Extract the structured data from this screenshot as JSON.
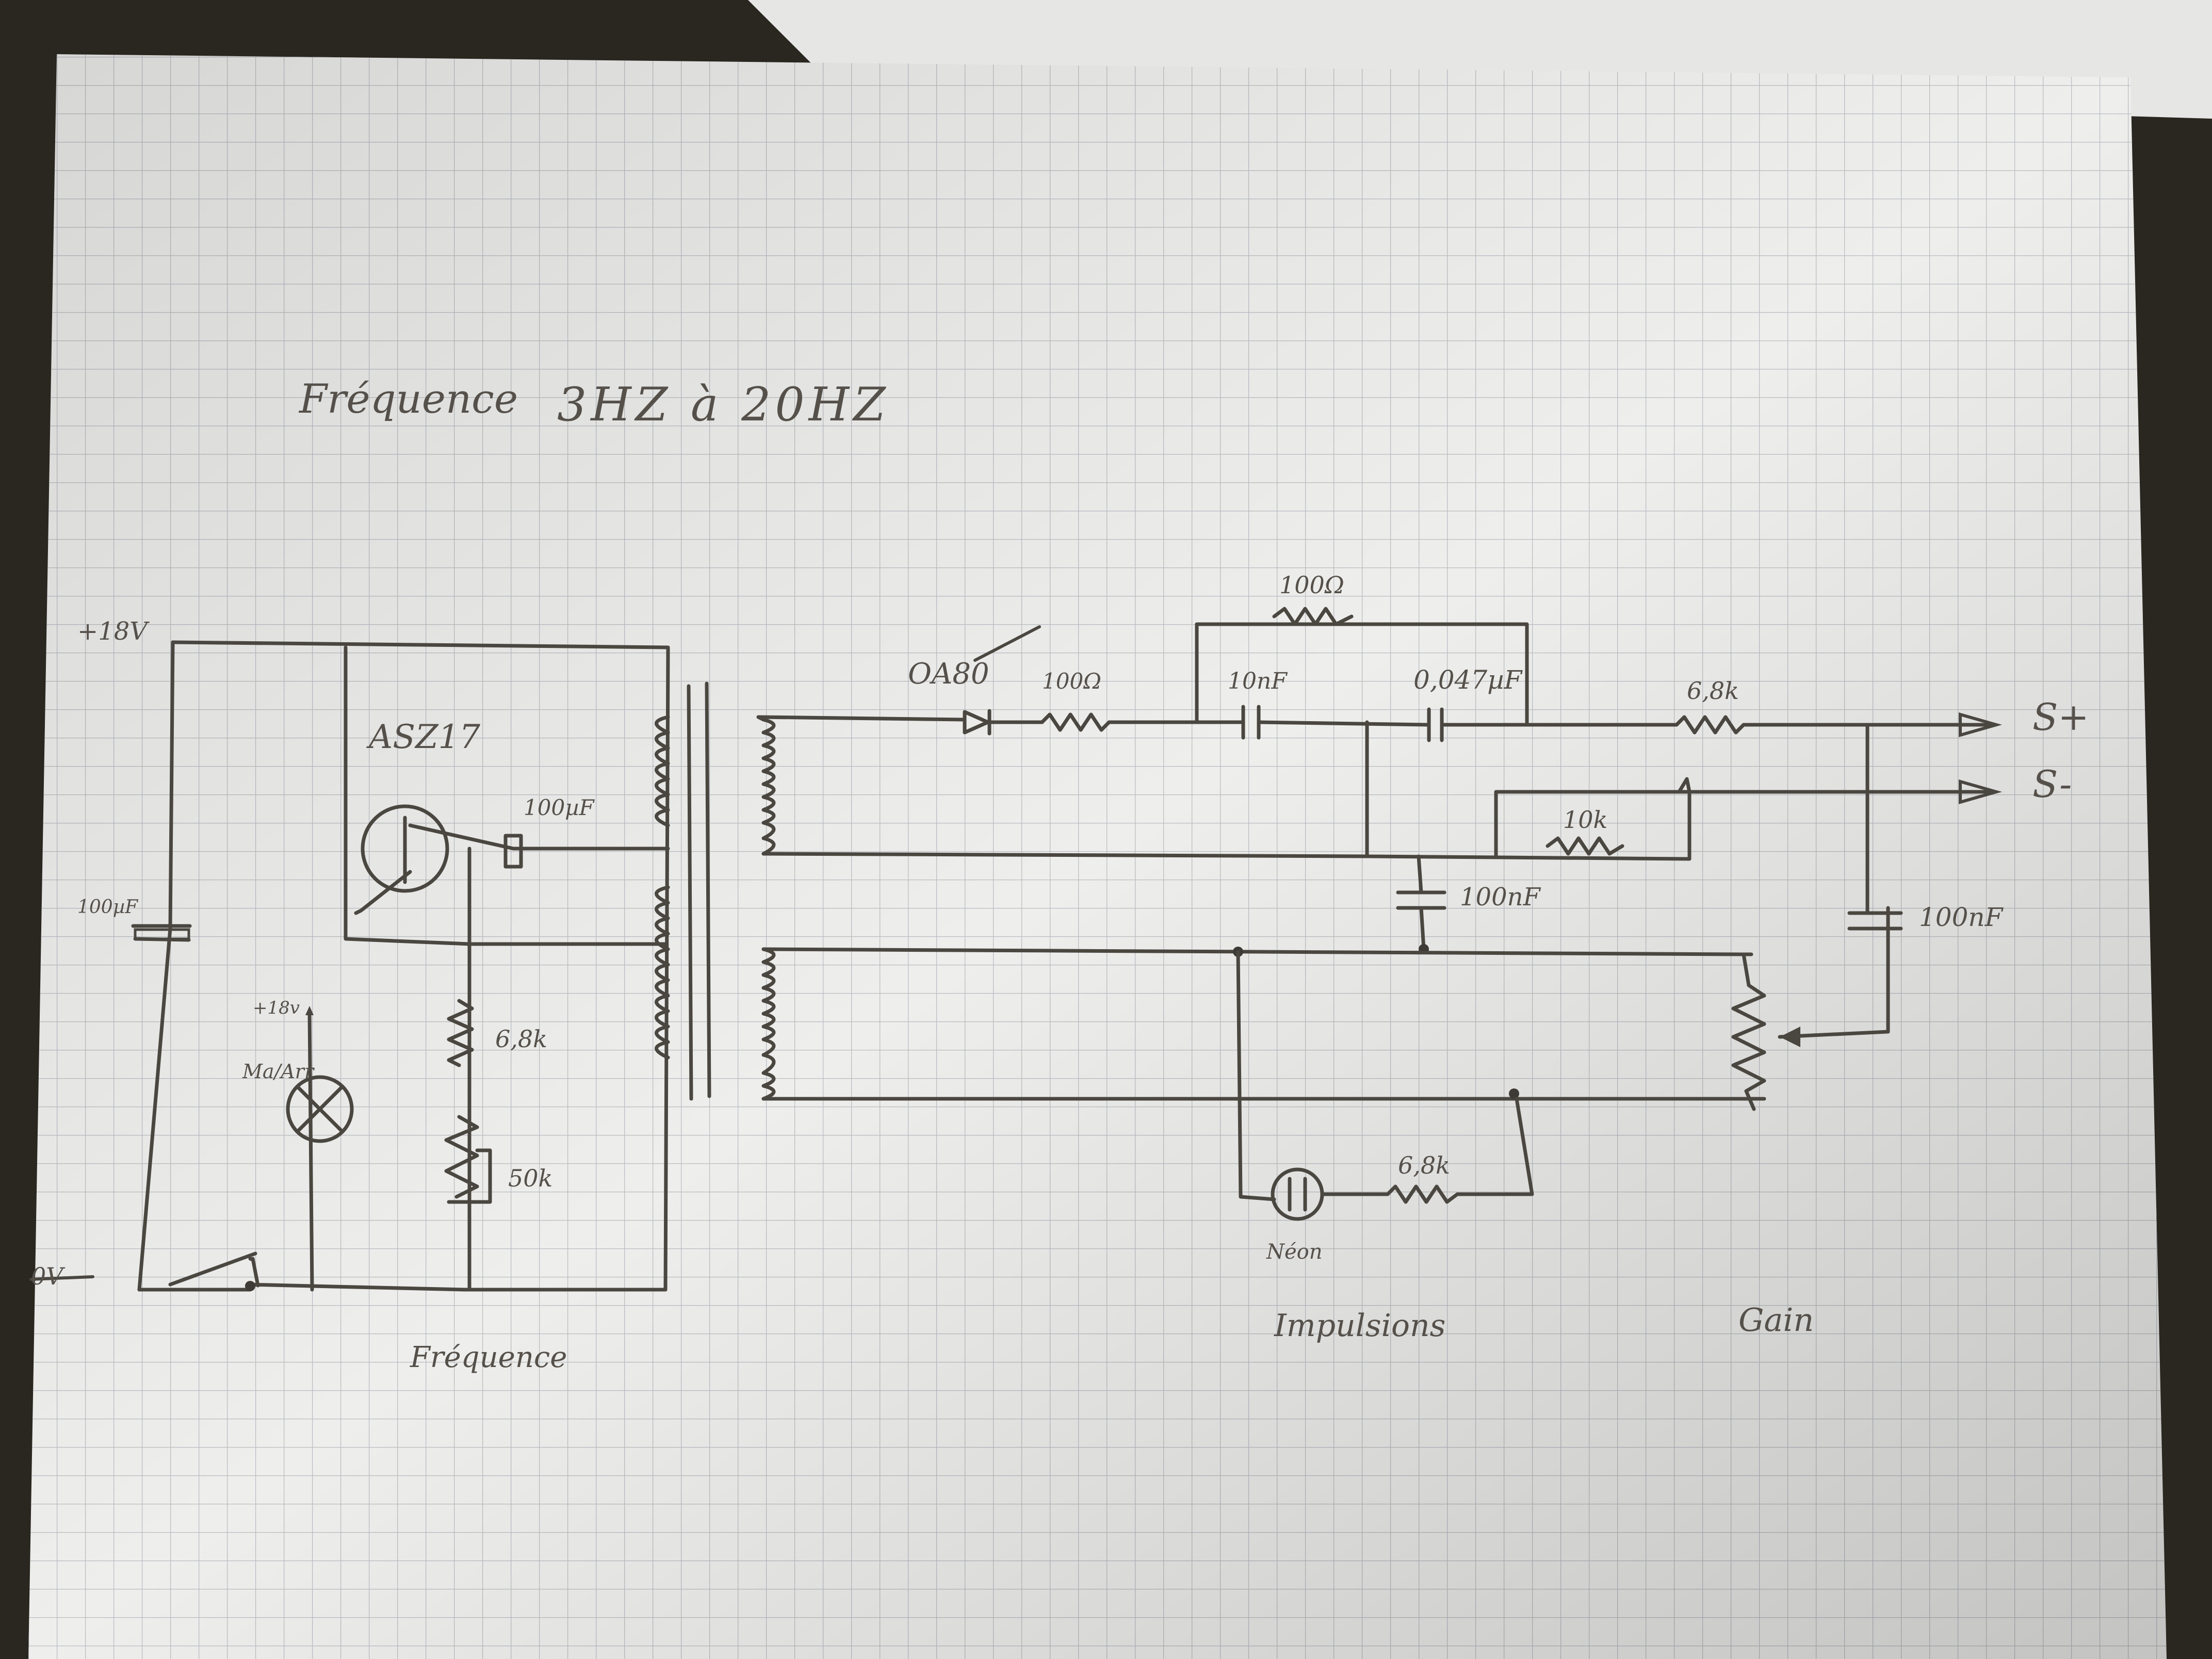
{
  "title": {
    "part1": "Fréquence",
    "part2": "3HZ à 20HZ"
  },
  "labels": {
    "supply": "+18V",
    "ground": "0V",
    "transistor": "ASZ17",
    "cap_base": "100µF",
    "cap_supply": "100µF",
    "lamp_supply": "+18v",
    "lamp_switch": "Ma/Arr",
    "res_freq": "6,8k",
    "pot_freq": "50k",
    "section_freq": "Fréquence",
    "diode": "OA80",
    "res_diode": "100Ω",
    "res_top": "100Ω",
    "cap_10nf": "10nF",
    "cap_047": "0,047µF",
    "res_out": "6,8k",
    "out_plus": "S+",
    "out_minus": "S-",
    "res_10k": "10k",
    "cap_100nf_mid": "100nF",
    "cap_100nf_right": "100nF",
    "res_neon": "6,8k",
    "neon": "Néon",
    "section_impulsions": "Impulsions",
    "section_gain": "Gain"
  },
  "colors": {
    "paper": "#eeeeec",
    "grid": "#b9bcc2",
    "ink": "#4a4640",
    "background": "#2a2620"
  }
}
